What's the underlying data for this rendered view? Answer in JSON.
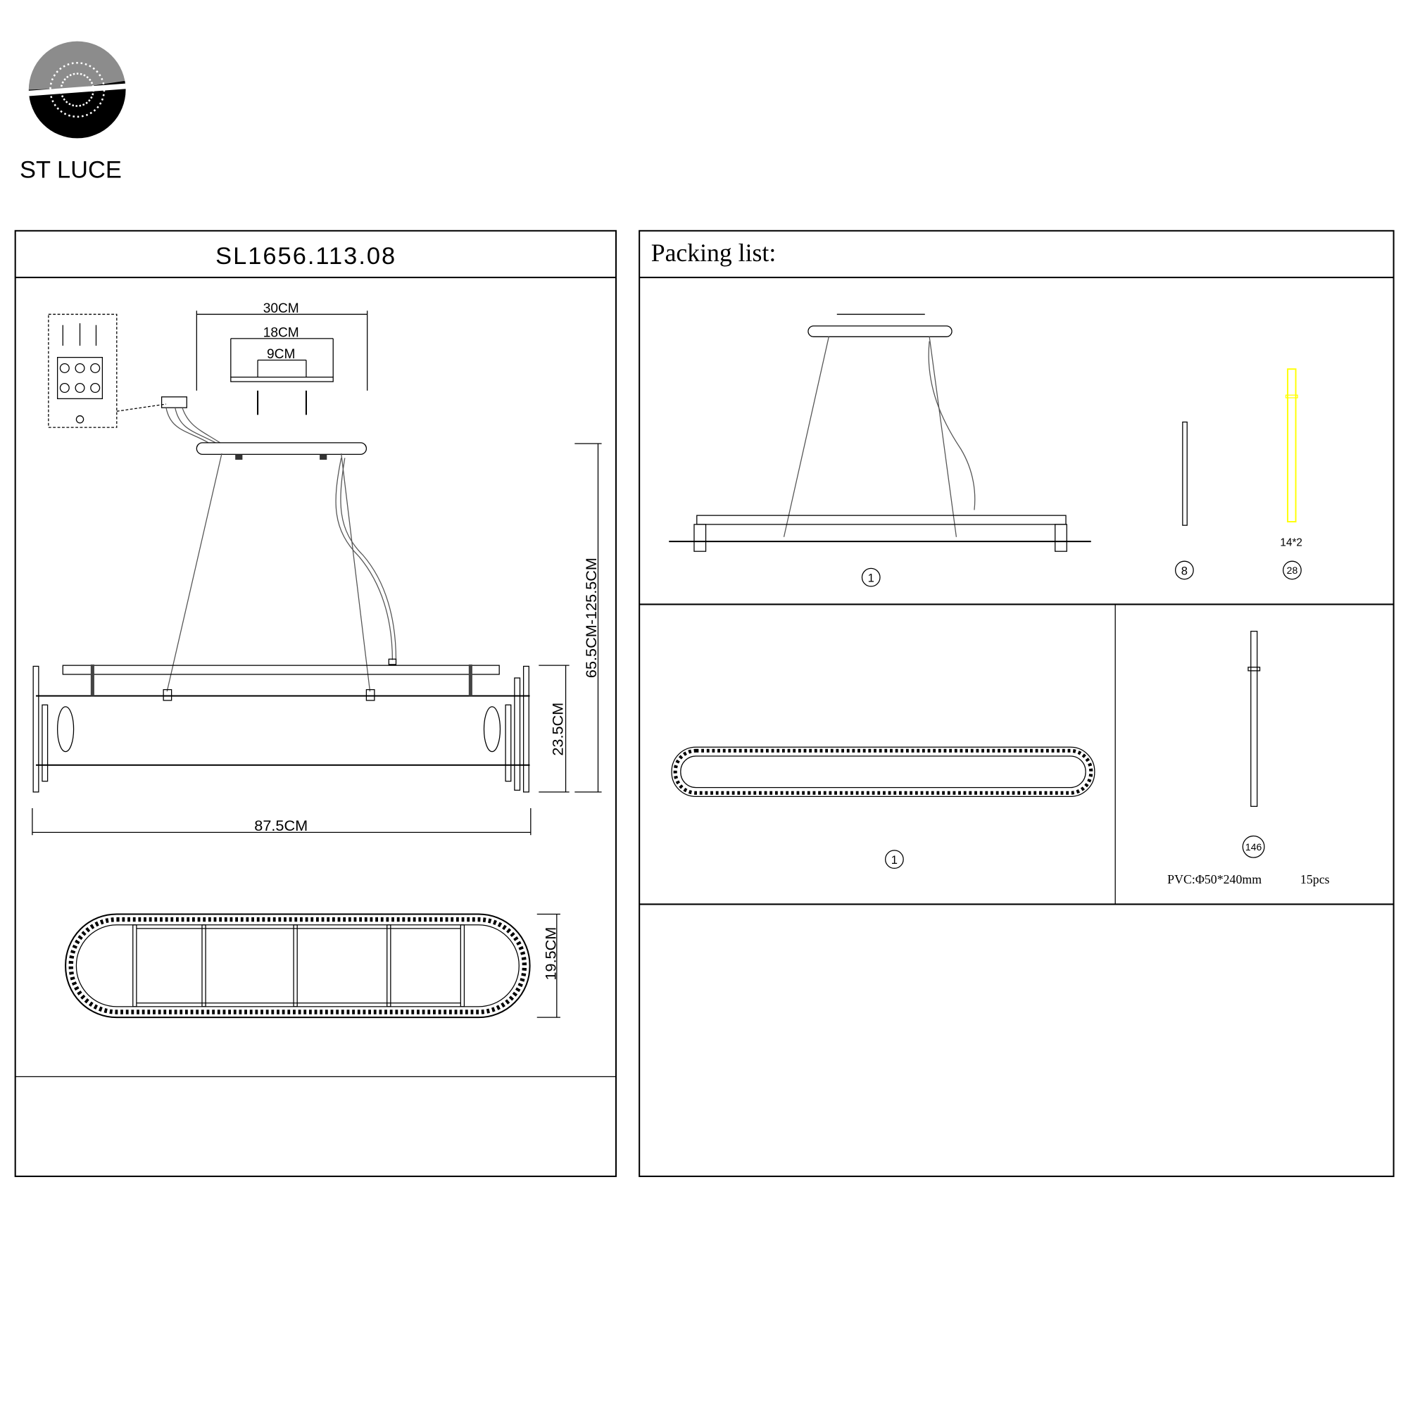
{
  "brand": {
    "name": "ST LUCE"
  },
  "left_panel": {
    "model": "SL1656.113.08",
    "dimensions": {
      "canopy_width": "30CM",
      "mount_width": "18CM",
      "screw_spacing": "9CM",
      "total_length": "87.5CM",
      "body_height": "23.5CM",
      "hanging_height": "65.5CM-125.5CM",
      "body_width": "19.5CM"
    }
  },
  "right_panel": {
    "title": "Packing list:",
    "items": [
      {
        "label": "1"
      },
      {
        "label": "8"
      },
      {
        "label": "28",
        "note": "14*2"
      },
      {
        "label": "1"
      },
      {
        "label": "146",
        "spec": "PVC:Φ50*240mm",
        "qty": "15pcs"
      }
    ],
    "colors": {
      "highlight": "#ffff00"
    }
  }
}
